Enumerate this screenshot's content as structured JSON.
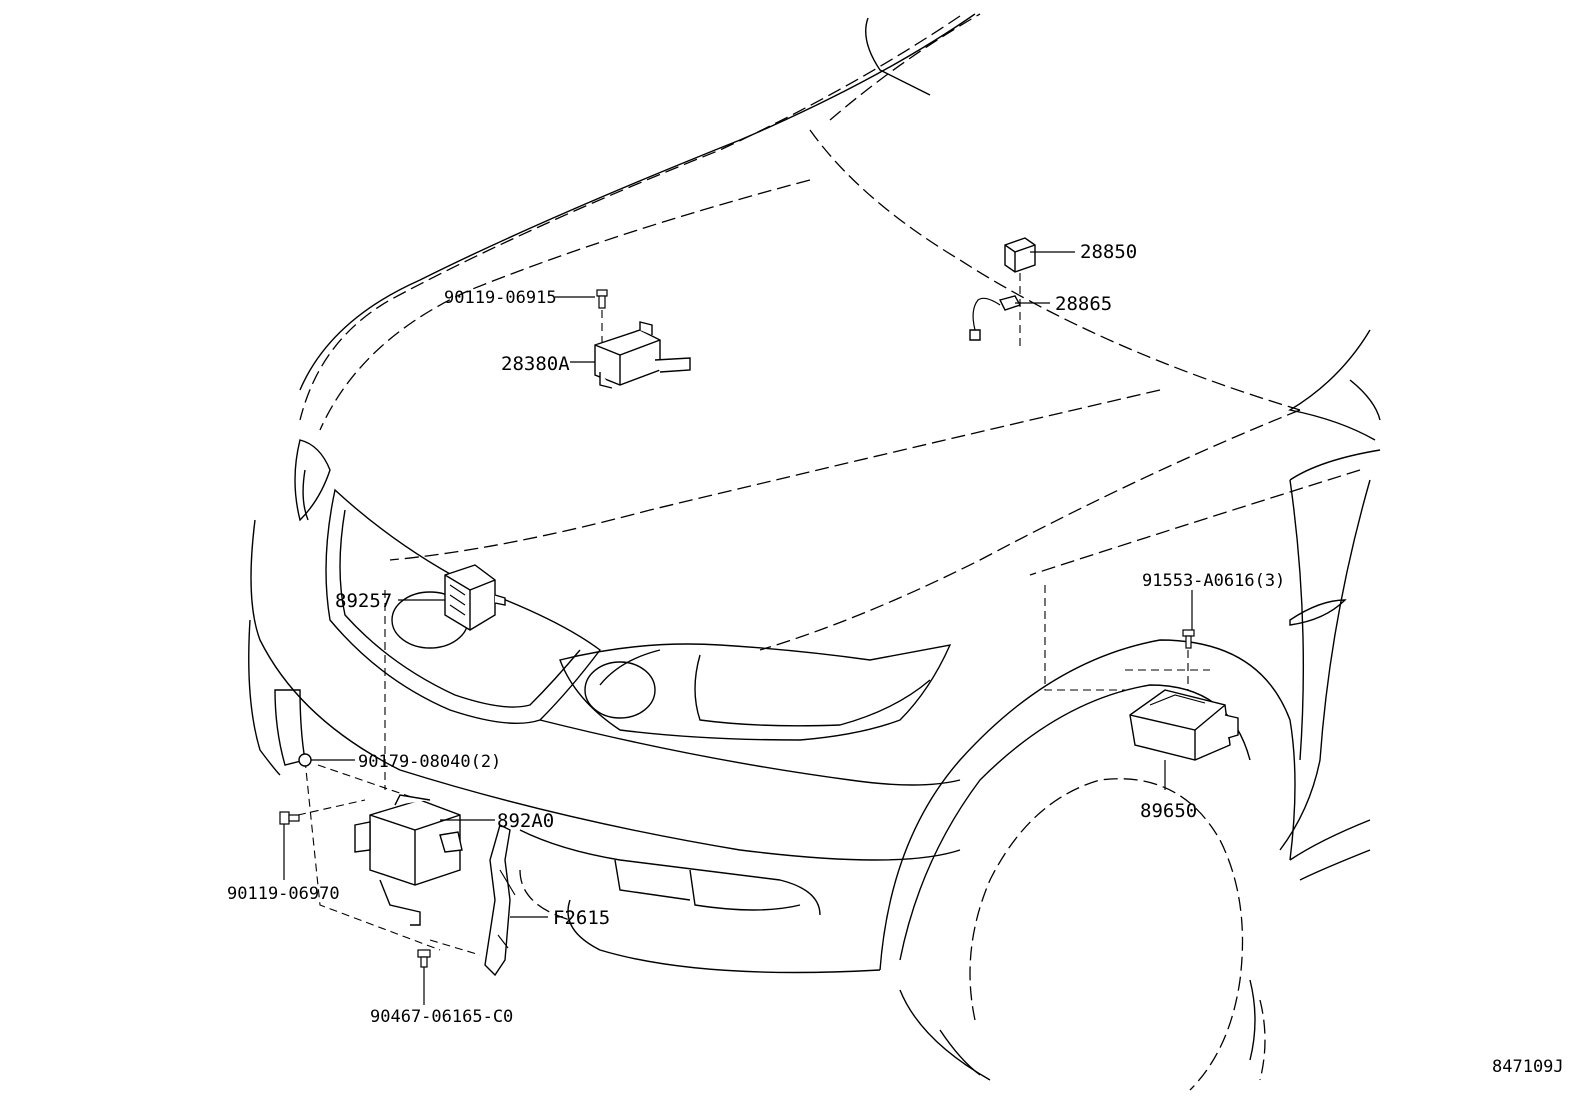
{
  "diagram_code": "847109J",
  "parts": [
    {
      "id": "p_90119_06915",
      "label": "90119-06915"
    },
    {
      "id": "p_28380A",
      "label": "28380A"
    },
    {
      "id": "p_28850",
      "label": "28850"
    },
    {
      "id": "p_28865",
      "label": "28865"
    },
    {
      "id": "p_89257",
      "label": "89257"
    },
    {
      "id": "p_91553",
      "label": "91553-A0616(3)"
    },
    {
      "id": "p_90179",
      "label": "90179-08040(2)"
    },
    {
      "id": "p_892A0",
      "label": "892A0"
    },
    {
      "id": "p_90119_06970",
      "label": "90119-06970"
    },
    {
      "id": "p_F2615",
      "label": "F2615"
    },
    {
      "id": "p_90467",
      "label": "90467-06165-C0"
    },
    {
      "id": "p_89650",
      "label": "89650"
    }
  ]
}
